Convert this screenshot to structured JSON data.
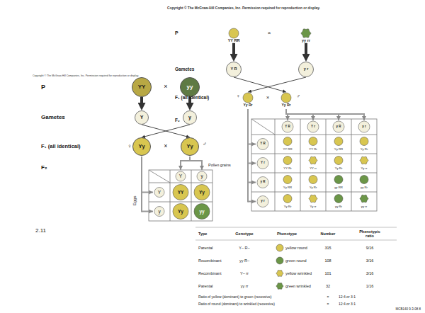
{
  "diagram": {
    "nodes": [
      {
        "text": [
          "YY"
        ]
      },
      {
        "text": [
          "yy"
        ]
      },
      {
        "text": [
          "Y"
        ]
      },
      {
        "text": [
          "y"
        ]
      },
      {
        "text": [
          "Yy"
        ]
      },
      {
        "text": [
          "Yy"
        ]
      },
      {
        "text": [
          "YY RR"
        ]
      },
      {
        "text": [
          "yy rr"
        ]
      },
      {
        "text": [
          "Y R"
        ]
      },
      {
        "text": [
          "y r"
        ]
      },
      {
        "text": [
          "Yy Rr"
        ]
      },
      {
        "text": [
          "Yy Rr"
        ]
      }
    ],
    "edges": [
      {
        "from": 0,
        "to": 2,
        "arrow": "to"
      },
      {
        "from": 1,
        "to": 3,
        "arrow": "to"
      },
      {
        "from": 2,
        "to": 5,
        "arrow": "to"
      },
      {
        "from": 3,
        "to": 4,
        "arrow": "to"
      },
      {
        "from": 6,
        "to": 8,
        "arrow": "to"
      },
      {
        "from": 7,
        "to": 9,
        "arrow": "to"
      },
      {
        "from": 8,
        "to": 11,
        "arrow": "to"
      },
      {
        "from": 9,
        "to": 10,
        "arrow": "to"
      }
    ],
    "labels": [
      "Copyright © The McGraw-Hill Companies, Inc. Permission required for reproduction or display.",
      "P",
      "×",
      "Gametes",
      "F₁ (all identical)",
      "♀",
      "×",
      "♂",
      "F₂",
      "Pollen grains",
      "Eggs",
      "Y",
      "y",
      "Y",
      "YY",
      "Yy",
      "y",
      "Yy",
      "yy",
      "2.11",
      "Copyright © The McGraw-Hill Companies, Inc. Permission required for reproduction or display.",
      "P",
      "×",
      "Gametes",
      "F₁ (all identical)",
      "♀",
      "×",
      "♂",
      "F₂",
      "Y R",
      "Y r",
      "y R",
      "y r",
      "Y R",
      "YY RR",
      "YY Rr",
      "Yy RR",
      "Yy Rr",
      "Y r",
      "YY Rr",
      "YY rr",
      "Yy Rr",
      "Yy rr",
      "y R",
      "Yy RR",
      "Yy Rr",
      "yy RR",
      "yy Rr",
      "y r",
      "Yy Rr",
      "Yy rr",
      "yy Rr",
      "yy rr",
      "Type",
      "Genotype",
      "Phenotype",
      "Number",
      "Phenotypic ratio",
      "Parental",
      "Y– R–",
      "yellow round",
      "315",
      "9/16",
      "Recombinant",
      "yy R–",
      "green round",
      "108",
      "3/16",
      "Recombinant",
      "Y– rr",
      "yellow wrinkled",
      "101",
      "3/16",
      "Parental",
      "yy rr",
      "green wrinkled",
      "32",
      "1/16",
      "Ratio of yellow (dominant) to green (recessive)",
      "=",
      "12:4 or 3:1",
      "Ratio of round (dominant) to wrinkled (recessive)",
      "=",
      "12:4 or 3:1",
      "MCB140 9-3-08 8"
    ]
  }
}
